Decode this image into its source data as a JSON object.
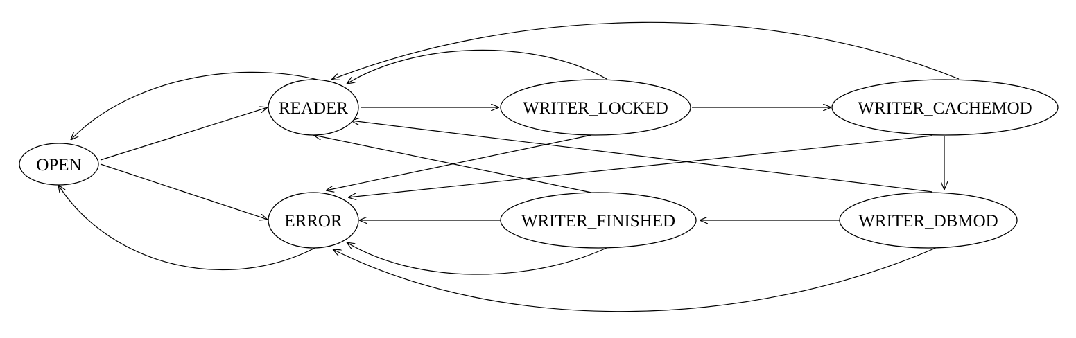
{
  "diagram": {
    "nodes": [
      {
        "id": "open",
        "label": "OPEN"
      },
      {
        "id": "reader",
        "label": "READER"
      },
      {
        "id": "error",
        "label": "ERROR"
      },
      {
        "id": "writer_locked",
        "label": "WRITER_LOCKED"
      },
      {
        "id": "writer_finished",
        "label": "WRITER_FINISHED"
      },
      {
        "id": "writer_cachemod",
        "label": "WRITER_CACHEMOD"
      },
      {
        "id": "writer_dbmod",
        "label": "WRITER_DBMOD"
      }
    ],
    "edges": [
      {
        "from": "open",
        "to": "reader"
      },
      {
        "from": "open",
        "to": "error"
      },
      {
        "from": "reader",
        "to": "open"
      },
      {
        "from": "error",
        "to": "open"
      },
      {
        "from": "reader",
        "to": "writer_locked"
      },
      {
        "from": "writer_locked",
        "to": "writer_cachemod"
      },
      {
        "from": "writer_locked",
        "to": "reader"
      },
      {
        "from": "writer_locked",
        "to": "error"
      },
      {
        "from": "writer_cachemod",
        "to": "reader"
      },
      {
        "from": "writer_cachemod",
        "to": "writer_dbmod"
      },
      {
        "from": "writer_cachemod",
        "to": "error"
      },
      {
        "from": "writer_dbmod",
        "to": "reader"
      },
      {
        "from": "writer_dbmod",
        "to": "writer_finished"
      },
      {
        "from": "writer_dbmod",
        "to": "error"
      },
      {
        "from": "writer_finished",
        "to": "reader"
      },
      {
        "from": "writer_finished",
        "to": "error"
      }
    ]
  }
}
